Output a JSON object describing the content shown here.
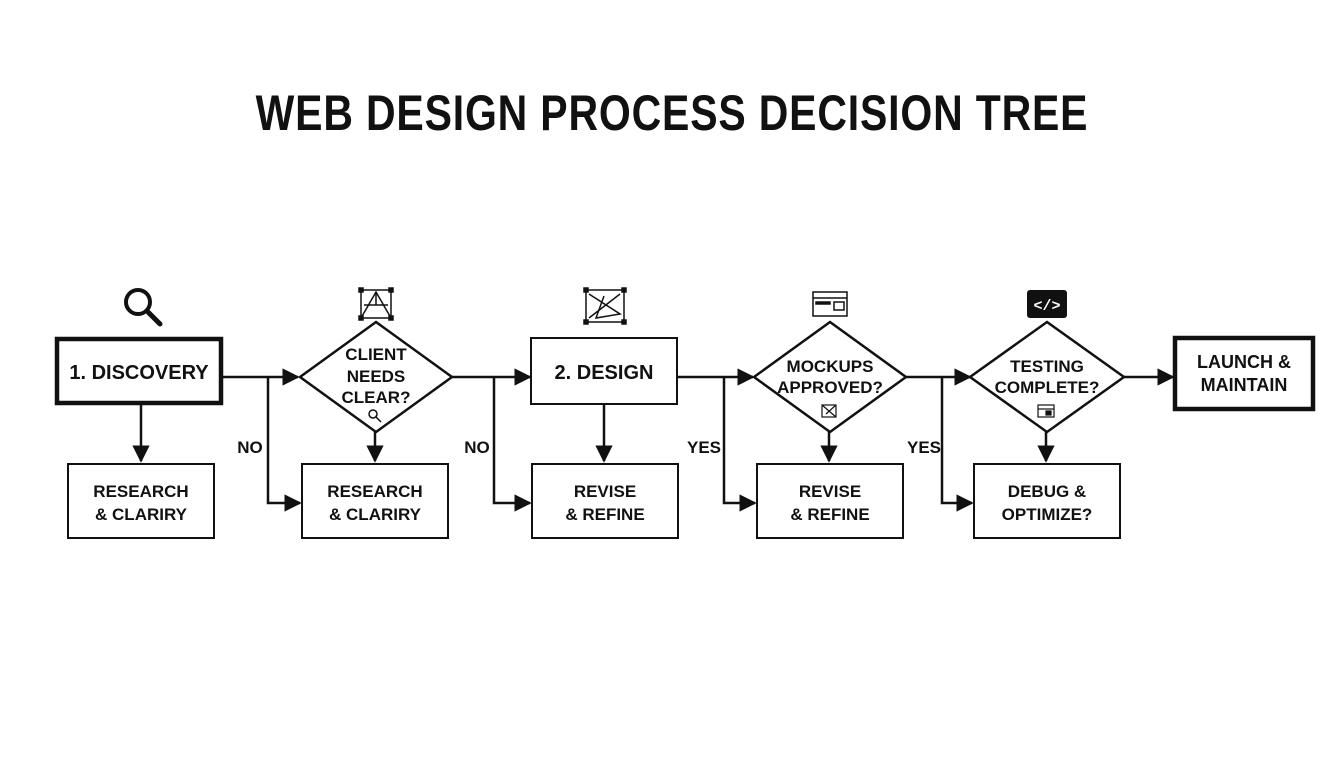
{
  "title": "WEB DESIGN PROCESS DECISION TREE",
  "colors": {
    "ink": "#111111",
    "background": "#ffffff"
  },
  "nodes": {
    "discovery": {
      "label": "1. DISCOVERY",
      "icon": "magnifier-icon"
    },
    "research1": {
      "line1": "RESEARCH",
      "line2": "& CLARIRY"
    },
    "client_needs": {
      "line1": "CLIENT",
      "line2": "NEEDS",
      "line3": "CLEAR?",
      "icon": "wireframe-icon",
      "inner_icon": "small-magnifier-icon"
    },
    "research2": {
      "line1": "RESEARCH",
      "line2": "& CLARIRY"
    },
    "design": {
      "label": "2. DESIGN",
      "icon": "vector-design-icon"
    },
    "revise1": {
      "line1": "REVISE",
      "line2": "& REFINE"
    },
    "mockups": {
      "line1": "MOCKUPS",
      "line2": "APPROVED?",
      "icon": "browser-window-icon",
      "inner_icon": "image-placeholder-icon"
    },
    "revise2": {
      "line1": "REVISE",
      "line2": "& REFINE"
    },
    "testing": {
      "line1": "TESTING",
      "line2": "COMPLETE?",
      "icon": "code-icon",
      "icon_text": "</>",
      "inner_icon": "small-browser-icon"
    },
    "debug": {
      "line1": "DEBUG &",
      "line2": "OPTIMIZE?"
    },
    "launch": {
      "line1": "LAUNCH &",
      "line2": "MAINTAIN"
    }
  },
  "edge_labels": {
    "no1": "NO",
    "no2": "NO",
    "yes1": "YES",
    "yes2": "YES"
  }
}
